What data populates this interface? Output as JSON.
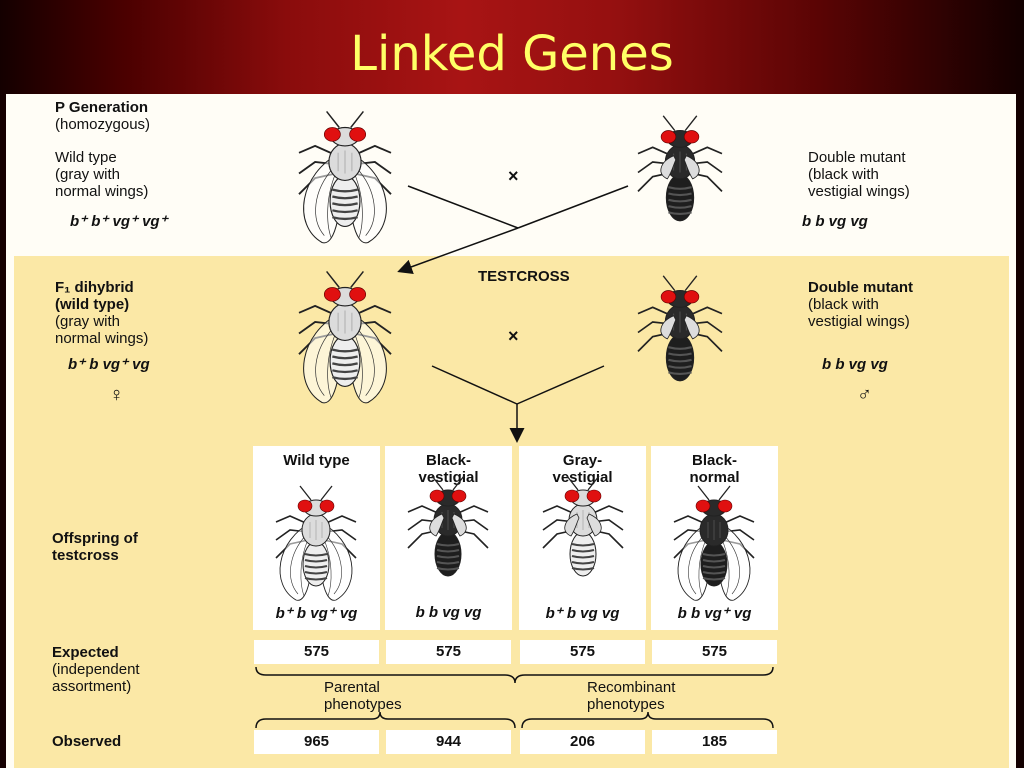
{
  "title": "Linked Genes",
  "p_generation": {
    "heading": "P Generation",
    "sub": "(homozygous)",
    "left_label": [
      "Wild type",
      "(gray with",
      "normal wings)"
    ],
    "left_genotype": "b⁺ b⁺ vg⁺ vg⁺",
    "cross_symbol": "×",
    "right_label": [
      "Double mutant",
      "(black with",
      "vestigial wings)"
    ],
    "right_genotype": "b b vg vg"
  },
  "f1": {
    "heading_line1": "F₁ dihybrid",
    "heading_line2": "(wild type)",
    "sub": [
      "(gray with",
      "normal wings)"
    ],
    "genotype": "b⁺ b vg⁺ vg",
    "female_symbol": "♀",
    "testcross_label": "TESTCROSS",
    "cross_symbol": "×",
    "right_heading": "Double mutant",
    "right_sub": [
      "(black with",
      "vestigial wings)"
    ],
    "right_genotype": "b b vg vg",
    "male_symbol": "♂"
  },
  "offspring": {
    "row_label": [
      "Offspring of",
      "testcross"
    ],
    "columns": [
      {
        "header": "Wild type",
        "genotype": "b⁺ b vg⁺ vg",
        "expected": "575",
        "observed": "965"
      },
      {
        "header": "Black-\nvestigial",
        "genotype": "b b vg vg",
        "expected": "575",
        "observed": "944"
      },
      {
        "header": "Gray-\nvestigial",
        "genotype": "b⁺ b vg vg",
        "expected": "575",
        "observed": "206"
      },
      {
        "header": "Black-\nnormal",
        "genotype": "b b vg⁺ vg",
        "expected": "575",
        "observed": "185"
      }
    ]
  },
  "expected_label": [
    "Expected",
    "(independent",
    "assortment)"
  ],
  "parental_label": [
    "Parental",
    "phenotypes"
  ],
  "recombinant_label": [
    "Recombinant",
    "phenotypes"
  ],
  "observed_label": "Observed",
  "colors": {
    "title": "#ffff66",
    "panel": "#fbe8a6",
    "eye": "#e01010"
  }
}
